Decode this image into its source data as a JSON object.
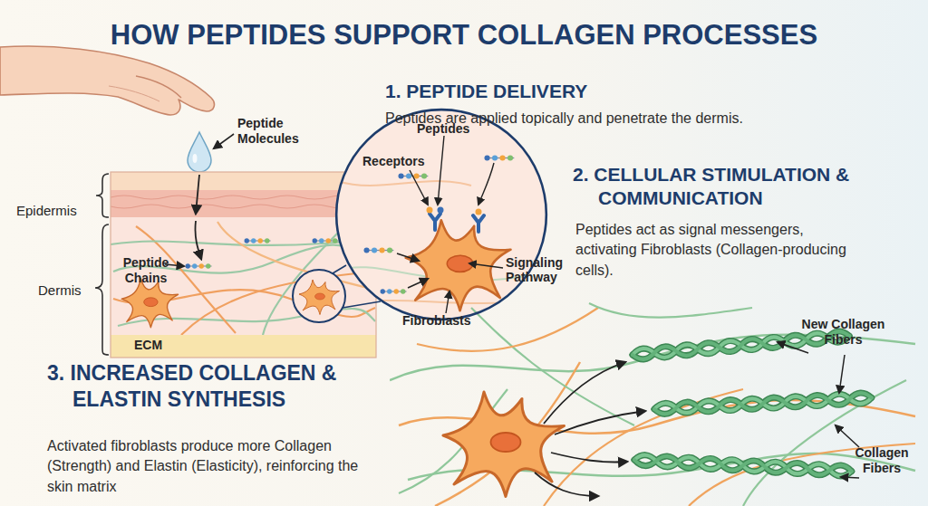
{
  "diagram": {
    "title": "HOW PEPTIDES SUPPORT COLLAGEN PROCESSES",
    "nodes": [
      {
        "text": [
          "Peptide Chains",
          "ECM"
        ]
      },
      {
        "text": [
          "Peptides",
          "Receptors",
          "Signaling Pathway",
          "Fibroblasts"
        ]
      }
    ],
    "labels": [
      "1. PEPTIDE DELIVERY",
      "Peptides are applied topically and penetrate the dermis.",
      "2. CELLULAR STIMULATION & COMMUNICATION",
      "Peptides act as signal messengers, activating Fibroblasts (Collagen-producing cells).",
      "3. INCREASED COLLAGEN & ELASTIN SYNTHESIS",
      "Activated fibroblasts produce more Collagen (Strength) and Elastin (Elasticity), reinforcing the skin matrix",
      "Peptide Molecules",
      "Epidermis",
      "Dermis",
      "New Collagen Fibers",
      "Collagen Fibers"
    ]
  }
}
